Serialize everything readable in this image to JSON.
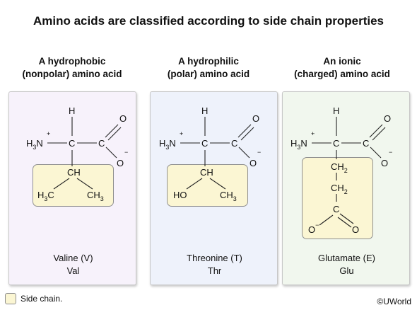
{
  "title": "Amino acids are classified according to side chain properties",
  "columns": [
    {
      "heading_line1": "A hydrophobic",
      "heading_line2": "(nonpolar) amino acid",
      "name": "Valine (V)",
      "abbr": "Val",
      "bg_color": "#f7f2fb",
      "side_chain": [
        "CH",
        "H3C",
        "CH3"
      ]
    },
    {
      "heading_line1": "A hydrophilic",
      "heading_line2": "(polar) amino acid",
      "name": "Threonine (T)",
      "abbr": "Thr",
      "bg_color": "#eef2fb",
      "side_chain": [
        "CH",
        "HO",
        "CH3"
      ]
    },
    {
      "heading_line1": "An ionic",
      "heading_line2": "(charged) amino acid",
      "name": "Glutamate (E)",
      "abbr": "Glu",
      "bg_color": "#f1f7ee",
      "side_chain": [
        "CH2",
        "CH2",
        "C",
        "O−",
        "O"
      ]
    }
  ],
  "backbone": {
    "alpha_h": "H",
    "amino": "H3N",
    "amino_charge": "+",
    "alpha_c": "C",
    "carboxyl_c": "C",
    "carbonyl_o": "O",
    "carboxylate_o": "O",
    "carboxylate_charge": "−"
  },
  "legend": {
    "label": "Side chain.",
    "color": "#fbf6d3"
  },
  "copyright": "©UWorld"
}
